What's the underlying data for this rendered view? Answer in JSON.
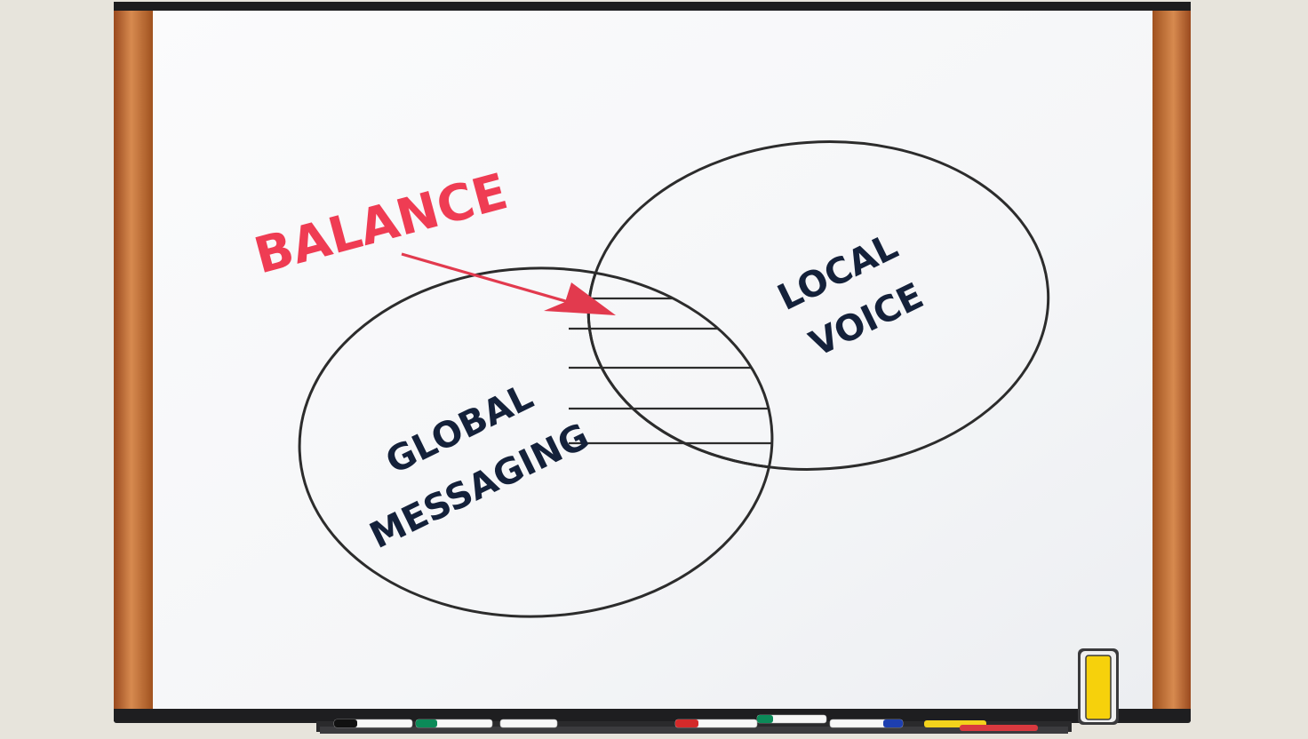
{
  "board": {
    "annotation": "BALANCE",
    "left_circle": {
      "line1": "GLOBAL",
      "line2": "MESSAGING"
    },
    "right_circle": {
      "line1": "LOCAL",
      "line2": "VOICE"
    }
  },
  "colors": {
    "background": "#e7e4dc",
    "board_surface": "#f6f7f9",
    "frame_wood": "#b45f2c",
    "frame_wood_light": "#d78a4f",
    "frame_top": "#1c1c1e",
    "marker_line": "#2c2c2c",
    "accent_red": "#ef3c53",
    "label_navy": "#14213a",
    "eraser_yellow": "#f6d10c"
  },
  "markers": [
    "white-black",
    "white-green",
    "white-gray",
    "white-red",
    "white-green",
    "white-blue",
    "yellow",
    "red"
  ]
}
